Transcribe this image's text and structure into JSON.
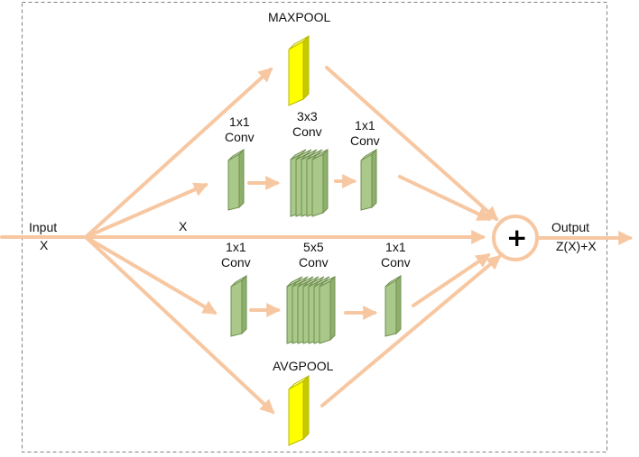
{
  "colors": {
    "arrow": "#f7c7a1",
    "frame": "#7f7f7f",
    "pool_fill": "#ffff00",
    "pool_edge": "#b8b800",
    "conv_fill": "#a9c88a",
    "conv_edge": "#6f8f4f"
  },
  "labels": {
    "input": "Input",
    "input_var": "X",
    "skip": "X",
    "output": "Output",
    "output_formula": "Z(X)+X",
    "maxpool": "MAXPOOL",
    "avgpool": "AVGPOOL",
    "conv": "Conv",
    "k1": "1x1",
    "k3": "3x3",
    "k5": "5x5",
    "plus": "+"
  },
  "icons": [
    "add-operator-icon"
  ]
}
